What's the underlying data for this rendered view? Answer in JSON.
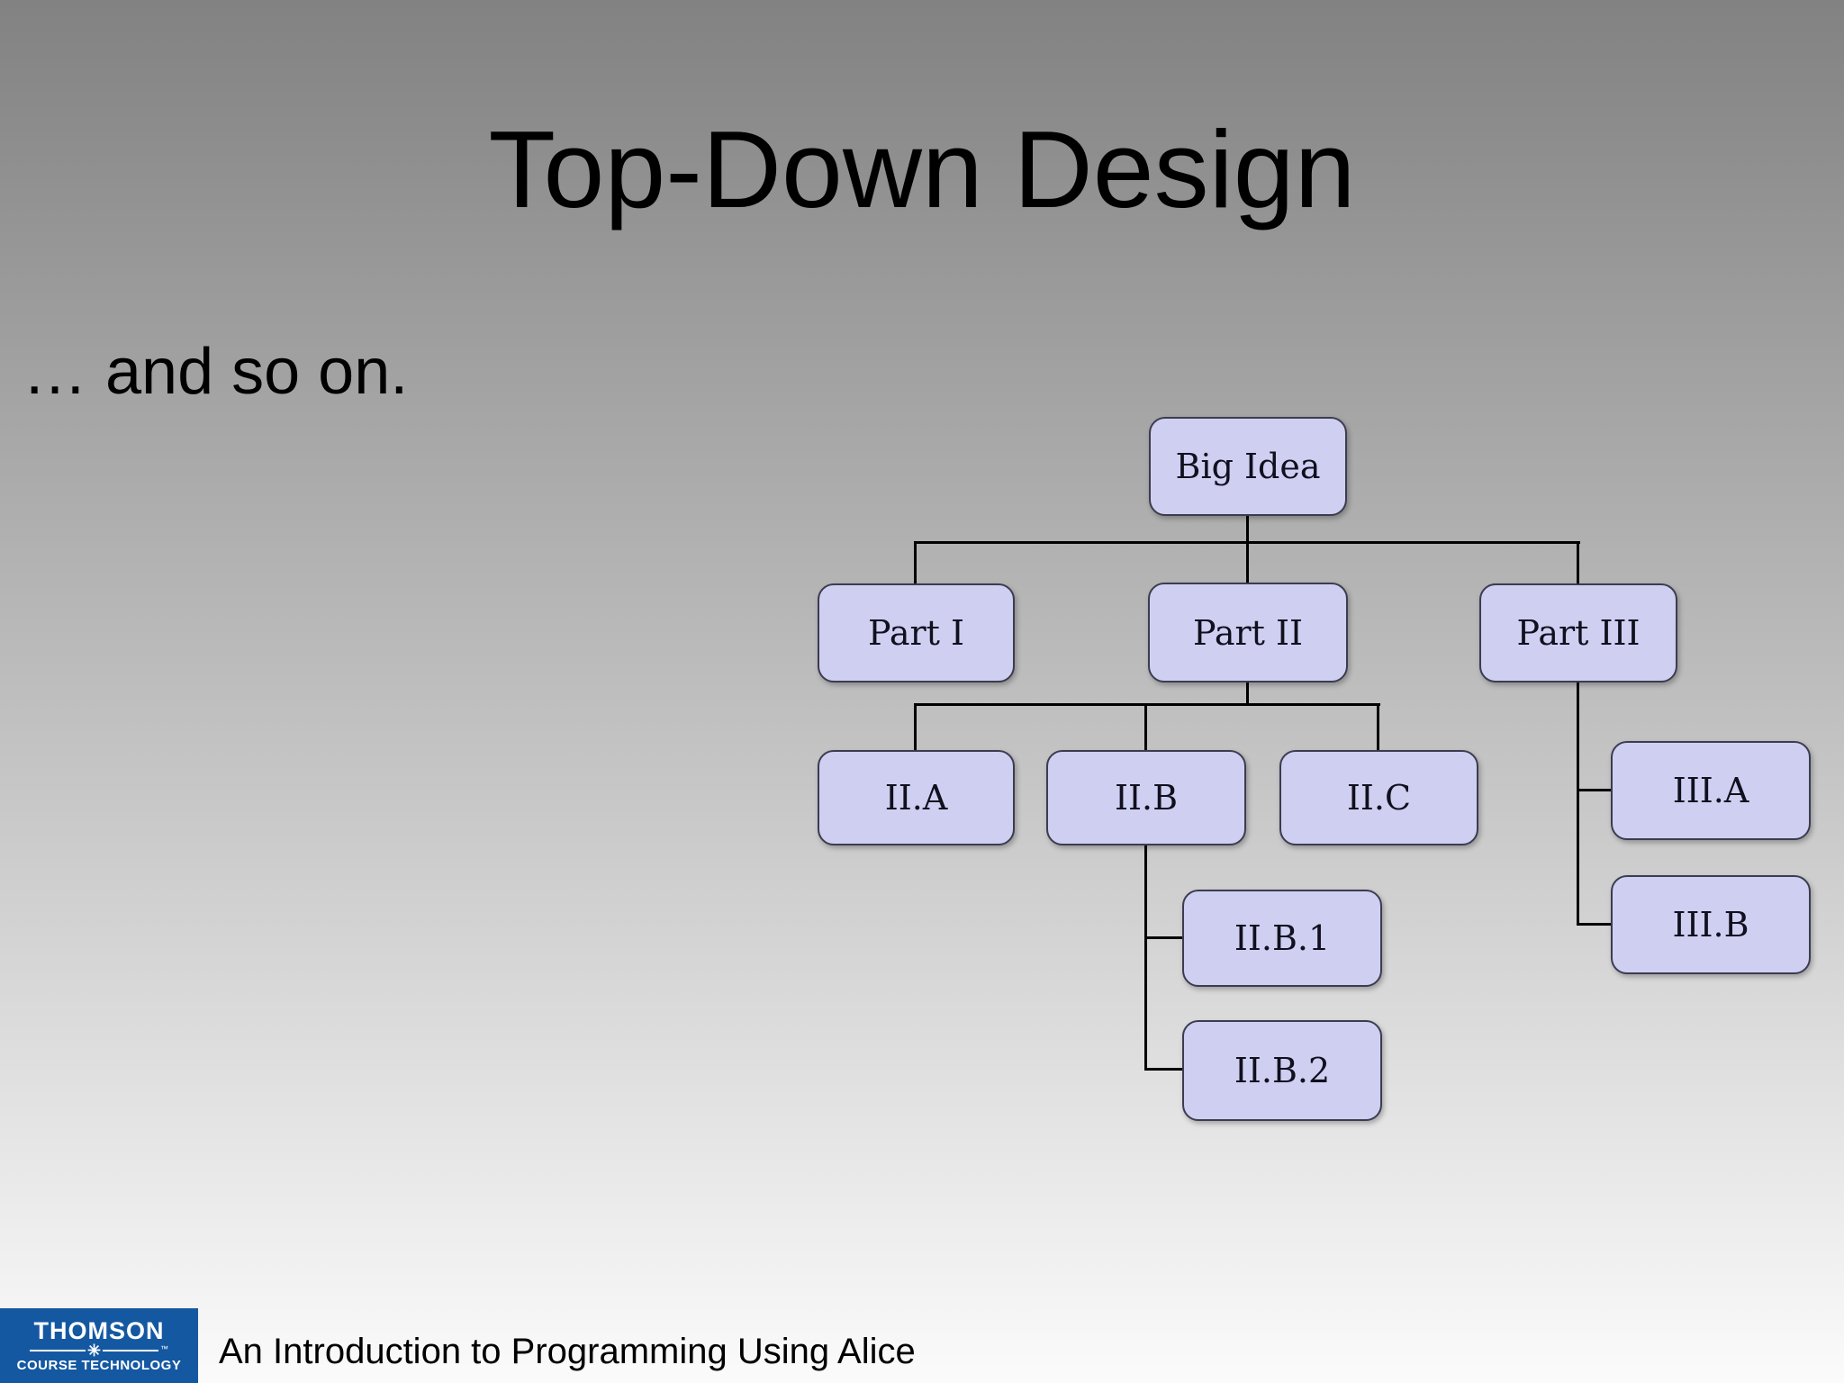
{
  "colors": {
    "text": "#000000",
    "node_fill": "#cfcff2",
    "node_border": "#3c3c50",
    "connector": "#000000",
    "logo_bg": "#1458a2",
    "logo_text": "#ffffff"
  },
  "slide": {
    "title": "Top-Down Design",
    "annotation": "… and so on."
  },
  "diagram": {
    "nodes": {
      "big_idea": {
        "label": "Big Idea"
      },
      "part1": {
        "label": "Part I"
      },
      "part2": {
        "label": "Part II"
      },
      "part3": {
        "label": "Part III"
      },
      "ii_a": {
        "label": "II.A"
      },
      "ii_b": {
        "label": "II.B"
      },
      "ii_c": {
        "label": "II.C"
      },
      "ii_b_1": {
        "label": "II.B.1"
      },
      "ii_b_2": {
        "label": "II.B.2"
      },
      "iii_a": {
        "label": "III.A"
      },
      "iii_b": {
        "label": "III.B"
      }
    },
    "edges": [
      [
        "Big Idea",
        "Part I"
      ],
      [
        "Big Idea",
        "Part II"
      ],
      [
        "Big Idea",
        "Part III"
      ],
      [
        "Part II",
        "II.A"
      ],
      [
        "Part II",
        "II.B"
      ],
      [
        "Part II",
        "II.C"
      ],
      [
        "II.B",
        "II.B.1"
      ],
      [
        "II.B",
        "II.B.2"
      ],
      [
        "Part III",
        "III.A"
      ],
      [
        "Part III",
        "III.B"
      ]
    ]
  },
  "footer": {
    "logo": {
      "line1": "THOMSON",
      "line2": "COURSE TECHNOLOGY",
      "trademark": "™"
    },
    "text": "An Introduction to Programming Using Alice"
  }
}
